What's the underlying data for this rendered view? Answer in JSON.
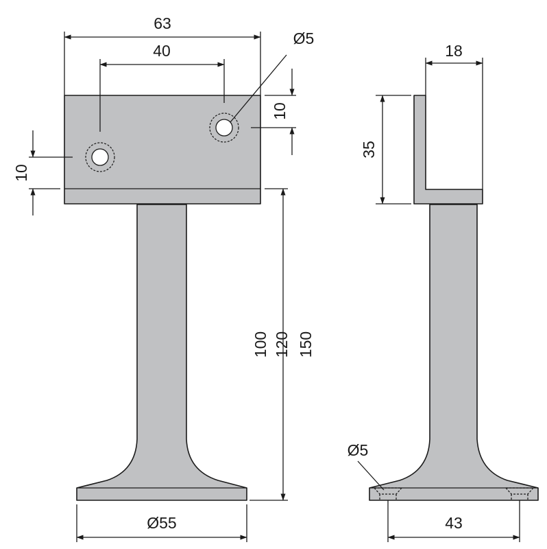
{
  "front_view": {
    "width_overall": "63",
    "hole_spacing": "40",
    "hole_diameter": "Ø5",
    "hole_offset_right": "10",
    "hole_offset_left": "10",
    "heights": [
      "100",
      "120",
      "150"
    ],
    "base_diameter": "Ø55"
  },
  "side_view": {
    "flange_depth": "18",
    "flange_height": "35",
    "hole_diameter": "Ø5",
    "base_width": "43"
  },
  "colors": {
    "part_fill": "#c0c1c3",
    "line": "#1a1a1a"
  }
}
